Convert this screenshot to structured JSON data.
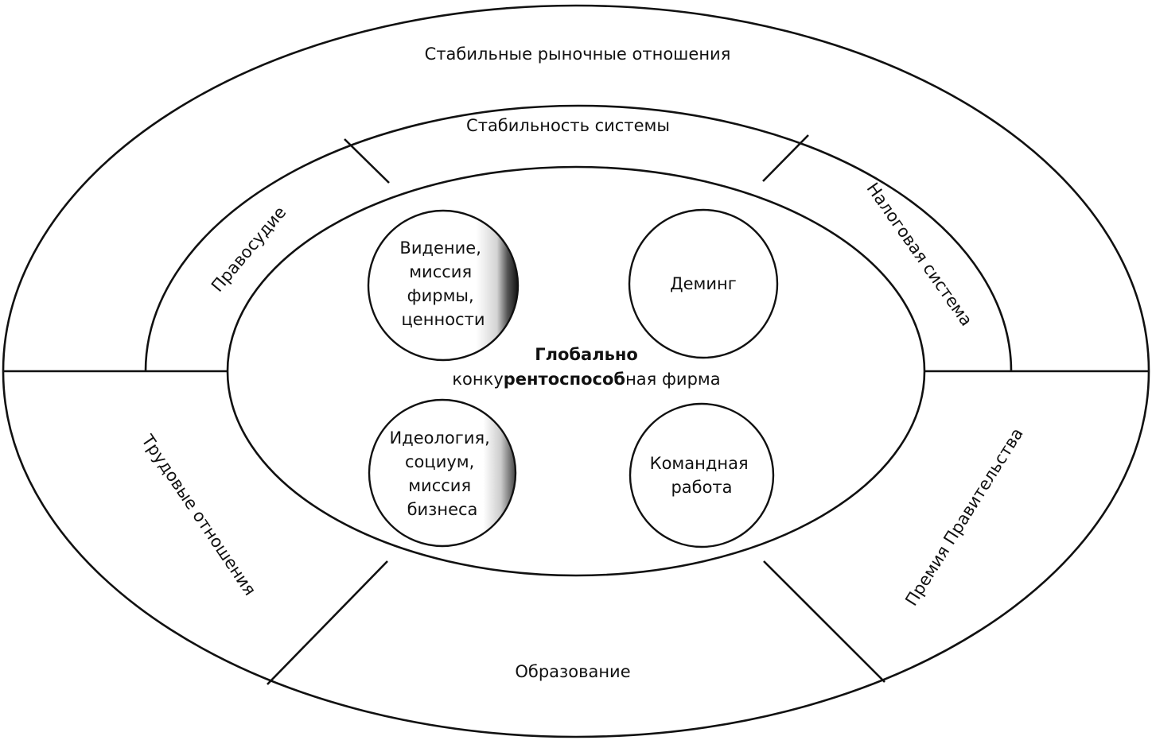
{
  "outer_ring": {
    "top": "Стабильные рыночные отношения",
    "left_lower": "Трудовые отношения",
    "bottom": "Образование",
    "right_lower": "Премия Правительства"
  },
  "middle_ring": {
    "top": "Стабильность системы",
    "left": "Правосудие",
    "right": "Налоговая система"
  },
  "core": {
    "title_line1": "Глобально",
    "title_line2_prefix": "конку",
    "title_line2_bold": "рентоспособ",
    "title_line2_suffix": "ная фирма"
  },
  "circles": [
    {
      "lines": [
        "Видение,",
        "миссия",
        "фирмы,",
        "ценности"
      ]
    },
    {
      "lines": [
        "Деминг"
      ]
    },
    {
      "lines": [
        "Идеология,",
        "социум,",
        "миссия",
        "бизнеса"
      ]
    },
    {
      "lines": [
        "Командная",
        "работа"
      ]
    }
  ],
  "colors": {
    "line": "#111111",
    "background": "#ffffff"
  }
}
